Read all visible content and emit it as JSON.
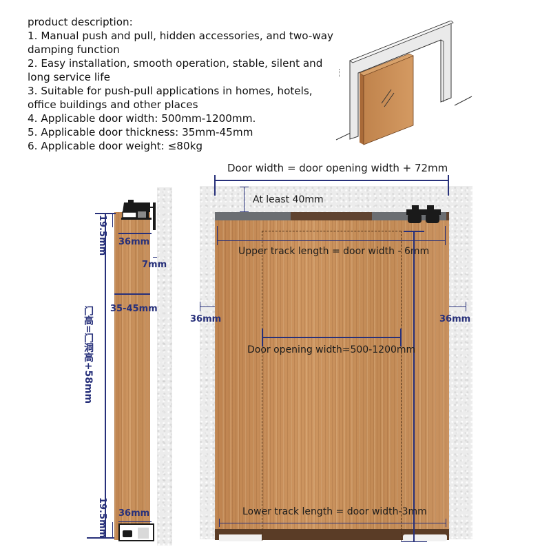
{
  "description": {
    "title": "product description:",
    "lines": [
      "1. Manual push and pull, hidden accessories, and two-way",
      "damping function",
      "2. Easy installation, smooth operation, stable, silent and",
      "long service life",
      "3. Suitable for push-pull applications in homes, hotels,",
      "office buildings and other places",
      "4. Applicable door width: 500mm-1200mm.",
      "5. Applicable door thickness: 35mm-45mm",
      "6. Applicable door weight: ≤80kg"
    ]
  },
  "side_view": {
    "top_height": "19.5mm",
    "top_track_width": "36mm",
    "wall_gap": "7mm",
    "door_thickness": "35-45mm",
    "door_height_formula": "门高=门洞高+58mm",
    "bottom_height": "19.5mm",
    "bottom_track_width": "36mm"
  },
  "front_view": {
    "door_width_formula": "Door width = door opening width + 72mm",
    "min_clearance": "At least 40mm",
    "upper_track_formula": "Upper track length = door width - 6mm",
    "left_overlap": "36mm",
    "right_overlap": "36mm",
    "opening_width": "Door opening width=500-1200mm",
    "lower_track_formula": "Lower track length = door width-3mm"
  },
  "colors": {
    "dimension_line": "#27307a",
    "wood": "#c58d57",
    "track": "#6b6e72",
    "hardware": "#1a1a1a",
    "wall": "#ececec"
  }
}
